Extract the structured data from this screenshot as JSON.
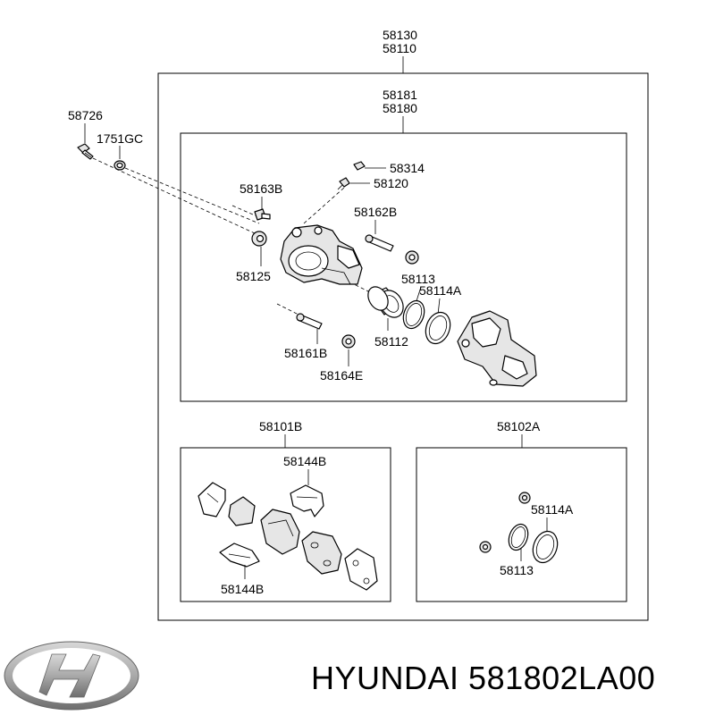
{
  "labels": {
    "top_code_1": "58130",
    "top_code_2": "58110",
    "caliper_code_1": "58181",
    "caliper_code_2": "58180",
    "bolt": "58726",
    "washer": "1751GC",
    "bleeder_cap": "58314",
    "bleeder": "58120",
    "guide_bolt_upper": "58163B",
    "guide_pin": "58162B",
    "boot": "58125",
    "seal_1": "58113",
    "seal_2": "58114A",
    "piston": "58112",
    "guide_bolt_lower": "58161B",
    "boot_lower": "58164E",
    "pad_kit": "58101B",
    "shim_upper": "58144B",
    "shim_lower": "58144B",
    "seal_kit": "58102A",
    "kit_seal_a": "58114A",
    "kit_seal_b": "58113"
  },
  "footer": {
    "brand": "HYUNDAI",
    "part_number": "581802LA00"
  }
}
